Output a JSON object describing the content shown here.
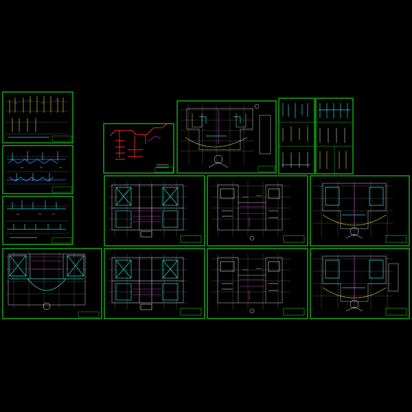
{
  "drawing": {
    "background": "#000000",
    "border_color": "#19d219",
    "colors": {
      "grid": "#7a7a7a",
      "walls": "#d8d8d8",
      "cyan": "#27e0e0",
      "magenta": "#e23ae2",
      "red": "#ff2a2a",
      "yellow": "#e6e62a",
      "blue": "#3a7cff"
    }
  },
  "sheets": [
    {
      "id": "riser-diagram-1",
      "kind": "riser"
    },
    {
      "id": "riser-diagram-2",
      "kind": "pipe-diagram"
    },
    {
      "id": "riser-diagram-3",
      "kind": "pipe-diagram"
    },
    {
      "id": "system-diagram-red",
      "kind": "system"
    },
    {
      "id": "roof-plan-1",
      "kind": "plan"
    },
    {
      "id": "detail-sheet-1",
      "kind": "detail"
    },
    {
      "id": "detail-sheet-2",
      "kind": "detail"
    },
    {
      "id": "floor-plan-a1",
      "kind": "plan"
    },
    {
      "id": "floor-plan-a2",
      "kind": "plan"
    },
    {
      "id": "floor-plan-a3",
      "kind": "plan"
    },
    {
      "id": "floor-plan-b0",
      "kind": "plan"
    },
    {
      "id": "floor-plan-b1",
      "kind": "plan"
    },
    {
      "id": "floor-plan-b2",
      "kind": "plan"
    },
    {
      "id": "floor-plan-b3",
      "kind": "plan"
    }
  ]
}
